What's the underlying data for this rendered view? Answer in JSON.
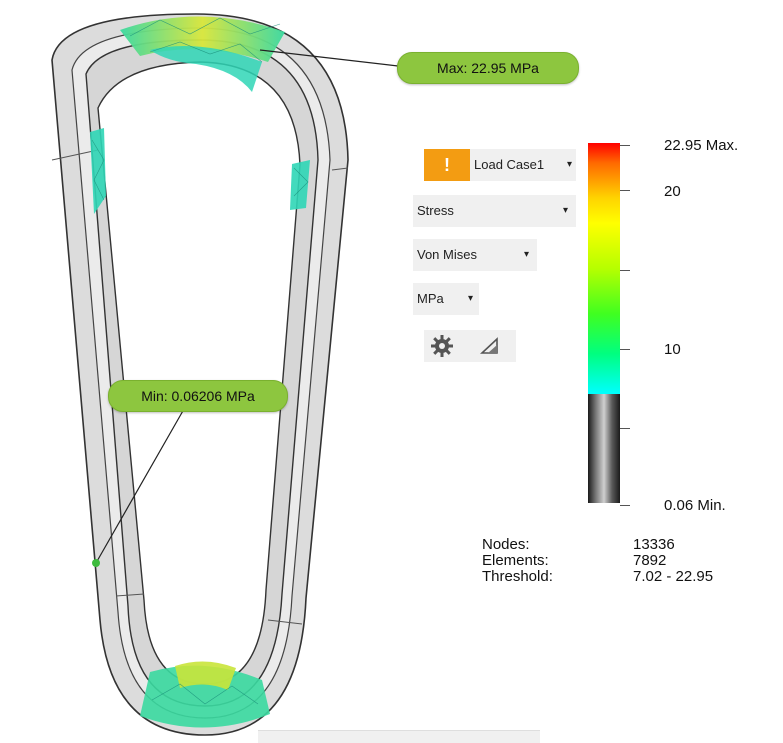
{
  "viewport": {
    "max_callout": "Max: 22.95 MPa",
    "min_callout": "Min: 0.06206 MPa"
  },
  "controls": {
    "warning_icon": "warning-icon",
    "load_case": "Load Case1",
    "result_type": "Stress",
    "criterion": "Von Mises",
    "units": "MPa",
    "caret": "▾",
    "settings_icon": "gear-icon",
    "probe_icon": "triangle-icon"
  },
  "legend": {
    "max_label": "22.95 Max.",
    "label_20": "20",
    "label_10": "10",
    "min_label": "0.06 Min.",
    "colors": [
      "#ff0000",
      "#ffff00",
      "#40ff20",
      "#00ffff"
    ]
  },
  "stats": {
    "nodes_label": "Nodes:",
    "nodes_value": "13336",
    "elements_label": "Elements:",
    "elements_value": "7892",
    "threshold_label": "Threshold:",
    "threshold_value": "7.02 - 22.95"
  },
  "accent": "#8dc63f"
}
